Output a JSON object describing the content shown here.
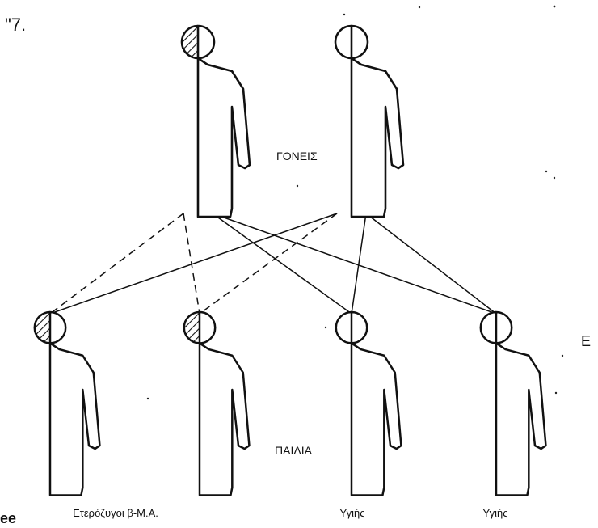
{
  "corner_marks": {
    "top_left": "\"7.",
    "bottom_left": "ee",
    "right_edge": "E"
  },
  "labels": {
    "parents": "ΓΟΝΕΙΣ",
    "children": "ΠΑΙΔΙΑ"
  },
  "parents": [
    {
      "id": "parent-carrier",
      "left_half": "hatched",
      "right_half": "plain"
    },
    {
      "id": "parent-healthy",
      "left_half": "plain",
      "right_half": "plain"
    }
  ],
  "children": [
    {
      "id": "child-1",
      "left_half": "hatched",
      "right_half": "plain",
      "caption": "Ετερόζυγοι β-Μ.Α."
    },
    {
      "id": "child-2",
      "left_half": "hatched",
      "right_half": "plain",
      "caption": ""
    },
    {
      "id": "child-3",
      "left_half": "plain",
      "right_half": "plain",
      "caption": "Υγιής"
    },
    {
      "id": "child-4",
      "left_half": "plain",
      "right_half": "plain",
      "caption": "Υγιής"
    }
  ],
  "colors": {
    "ink": "#111111",
    "background": "#ffffff"
  }
}
